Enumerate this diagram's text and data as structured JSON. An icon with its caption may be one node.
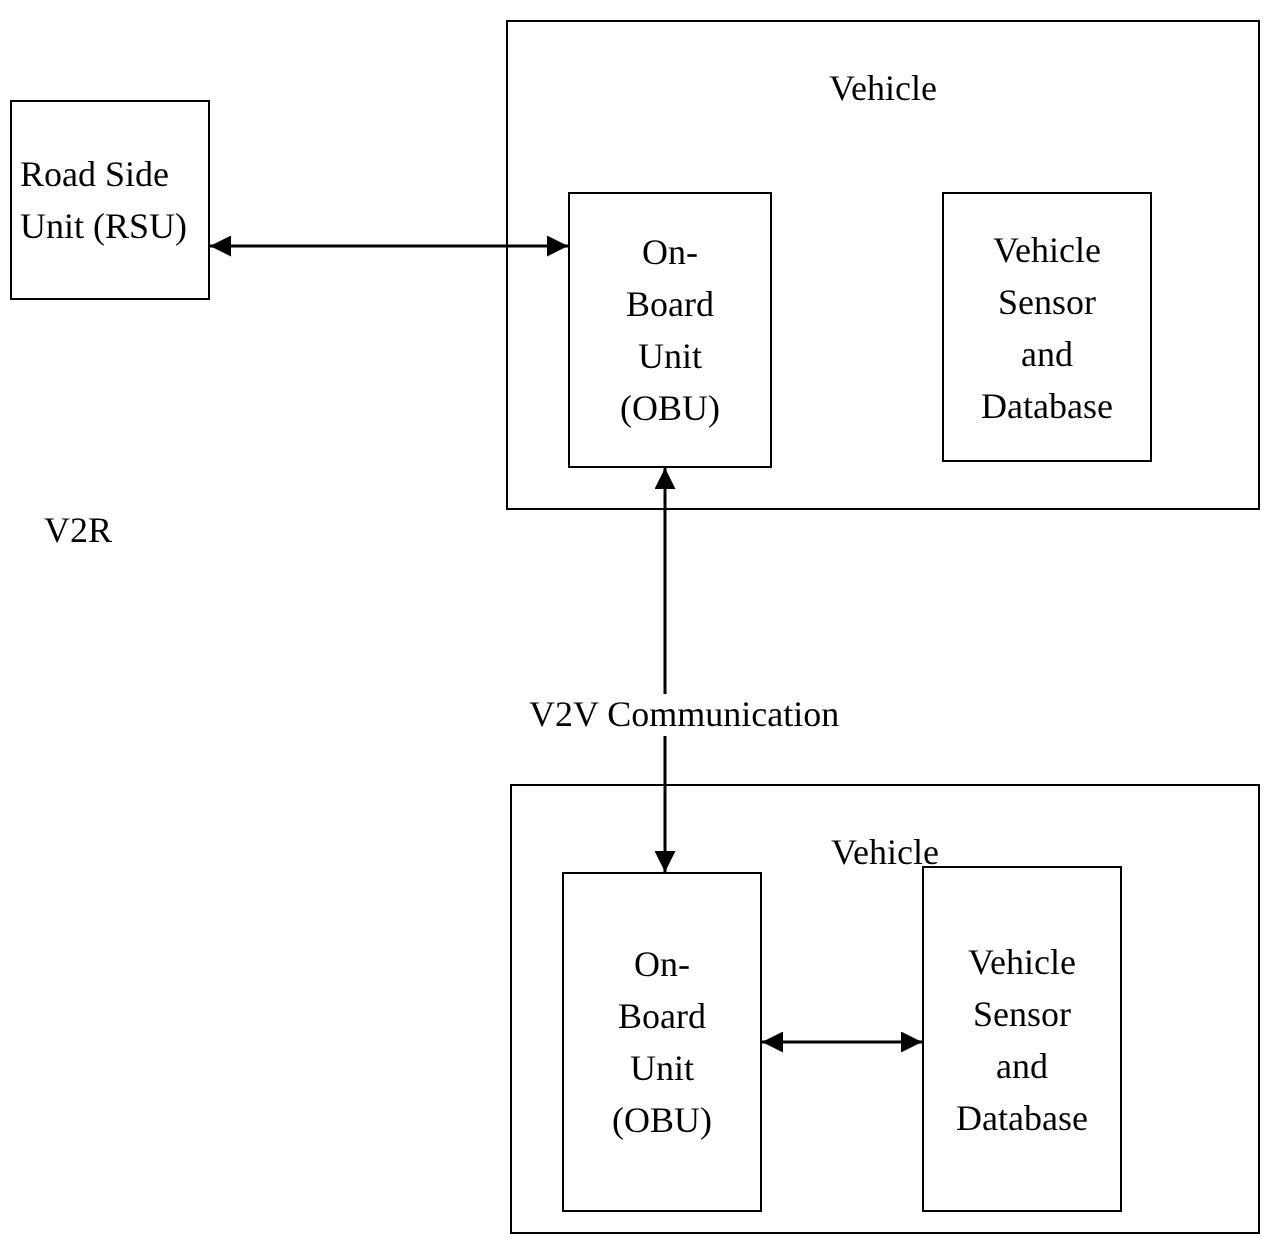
{
  "diagram": {
    "nodes": [
      {
        "text": [
          "Road Side Unit (RSU)"
        ]
      },
      {
        "text": [
          "Vehicle"
        ]
      },
      {
        "text": [
          "On- Board Unit (OBU)"
        ],
        "in": 1
      },
      {
        "text": [
          "Vehicle Sensor and Database"
        ],
        "in": 1
      },
      {
        "text": [
          "Vehicle"
        ]
      },
      {
        "text": [
          "On- Board Unit (OBU)"
        ],
        "in": 4
      },
      {
        "text": [
          "Vehicle Sensor and Database"
        ],
        "in": 4
      }
    ],
    "edges": [
      {
        "from": 0,
        "to": 2,
        "arrow": "both"
      },
      {
        "from": 2,
        "to": 5,
        "arrow": "both",
        "label": "V2V Communication"
      },
      {
        "from": 5,
        "to": 6,
        "arrow": "both"
      }
    ],
    "labels": [
      "V2R"
    ]
  }
}
